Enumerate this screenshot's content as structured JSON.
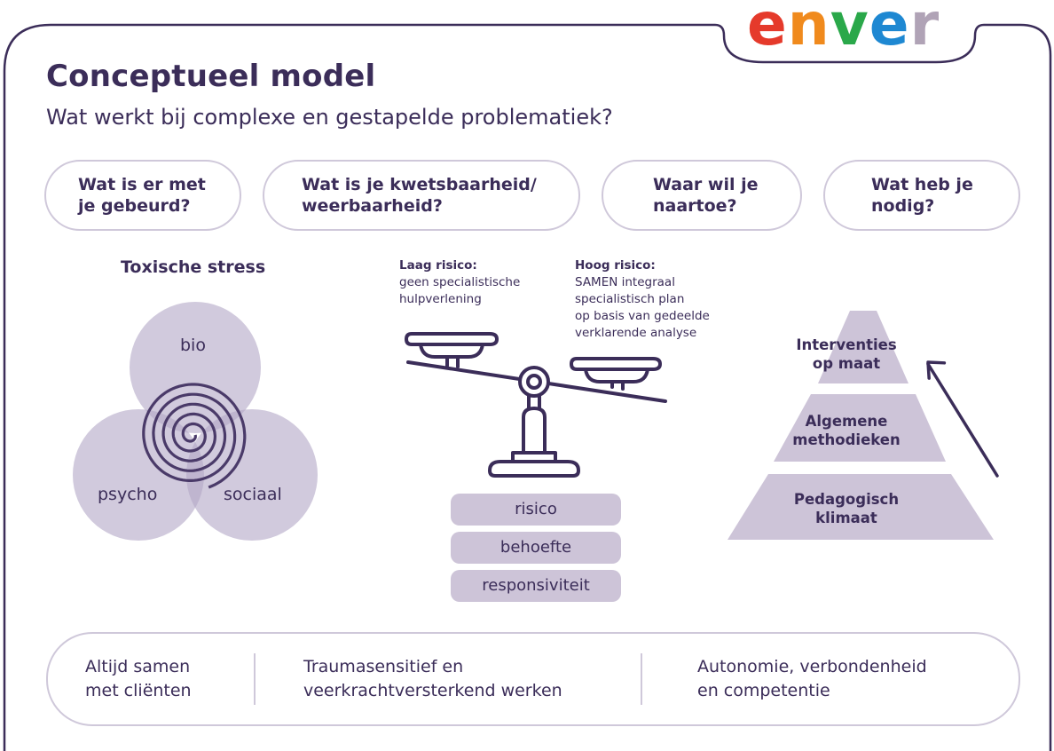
{
  "brand": {
    "logo_text": "enver"
  },
  "header": {
    "title": "Conceptueel model",
    "subtitle": "Wat werkt bij complexe en gestapelde problematiek?"
  },
  "questions": [
    {
      "line1": "Wat is er met",
      "line2": "je gebeurd?"
    },
    {
      "line1": "Wat is je kwetsbaarheid/",
      "line2": "weerbaarheid?"
    },
    {
      "line1": "Waar wil je",
      "line2": "naartoe?"
    },
    {
      "line1": "Wat heb je",
      "line2": "nodig?"
    }
  ],
  "venn": {
    "title": "Toxische stress",
    "labels": {
      "top": "bio",
      "left": "psycho",
      "right": "sociaal"
    }
  },
  "scale": {
    "low": {
      "heading": "Laag risico:",
      "lines": [
        "geen specialistische",
        "hulpverlening"
      ]
    },
    "high": {
      "heading": "Hoog risico:",
      "lines": [
        "SAMEN integraal",
        "specialistisch plan",
        "op basis van gedeelde",
        "verklarende analyse"
      ]
    }
  },
  "principles": [
    "risico",
    "behoefte",
    "responsiviteit"
  ],
  "pyramid": {
    "top": {
      "line1": "Interventies",
      "line2": "op maat"
    },
    "middle": {
      "line1": "Algemene",
      "line2": "methodieken"
    },
    "bottom": {
      "line1": "Pedagogisch",
      "line2": "klimaat"
    }
  },
  "footer": [
    {
      "line1": "Altijd samen",
      "line2": "met cliënten"
    },
    {
      "line1": "Traumasensitief en",
      "line2": "veerkrachtversterkend werken"
    },
    {
      "line1": "Autonomie, verbondenheid",
      "line2": "en competentie"
    }
  ],
  "colors": {
    "dark_purple": "#3b2d59",
    "light_purple": "#cdc4d8",
    "venn_purple": "#b3a6c6",
    "border": "#cfc8da",
    "logo_orange": "#f08a1d",
    "logo_red": "#e53a2b",
    "logo_green": "#2aa84a",
    "logo_blue": "#1e88d2",
    "logo_purple": "#7a4aa1"
  }
}
